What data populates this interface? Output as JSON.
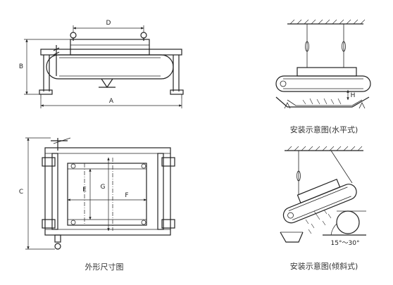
{
  "captions": {
    "dimensions": "外形尺寸图",
    "horizontal": "安装示意图(水平式)",
    "inclined": "安装示意图(倾斜式)"
  },
  "dims": {
    "a": "A",
    "b": "B",
    "c": "C",
    "d": "D",
    "e": "E",
    "f": "F",
    "g": "G",
    "h": "H"
  },
  "angle_label": "15°～30°"
}
